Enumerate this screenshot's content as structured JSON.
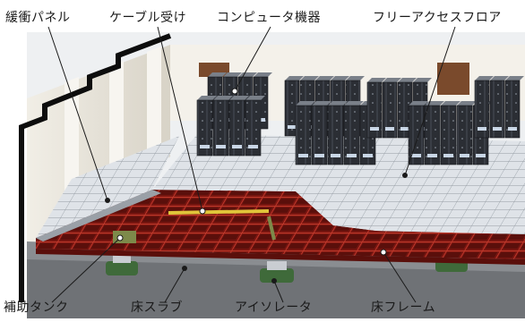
{
  "labels": {
    "damping_panel": "緩衝パネル",
    "cable_tray": "ケーブル受け",
    "computer": "コンピュータ機器",
    "free_access_floor": "フリーアクセスフロア",
    "aux_tank": "補助タンク",
    "floor_slab": "床スラブ",
    "isolator": "アイソレータ",
    "floor_frame": "床フレーム"
  },
  "colors": {
    "frame_red": "#8e1a14",
    "frame_red_light": "#b52a20",
    "floor_tile": "#d9dde2",
    "floor_grid": "#8d949c",
    "rack_body": "#2a2d33",
    "rack_top": "#6e747c",
    "wall": "#e7e3d9",
    "slab": "#6b6e72",
    "isolator": "#3f6a3a"
  }
}
